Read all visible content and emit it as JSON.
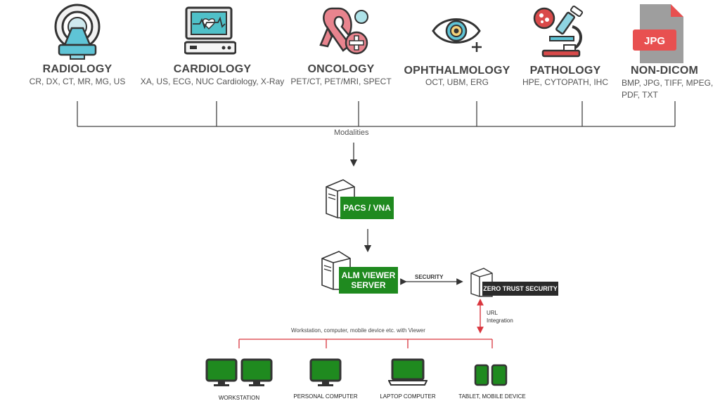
{
  "modalities": [
    {
      "title": "RADIOLOGY",
      "subtitle": "CR, DX, CT, MR, MG, US",
      "icon": "ct-scanner-icon"
    },
    {
      "title": "CARDIOLOGY",
      "subtitle": "XA, US, ECG, NUC Cardiology, X-Ray",
      "icon": "ecg-monitor-icon"
    },
    {
      "title": "ONCOLOGY",
      "subtitle": "PET/CT, PET/MRI, SPECT",
      "icon": "cancer-ribbon-icon"
    },
    {
      "title": "OPHTHALMOLOGY",
      "subtitle": "OCT, UBM, ERG",
      "icon": "eye-icon"
    },
    {
      "title": "PATHOLOGY",
      "subtitle": "HPE, CYTOPATH, IHC",
      "icon": "microscope-icon"
    },
    {
      "title": "NON-DICOM",
      "subtitle_line1": "BMP, JPG, TIFF, MPEG,",
      "subtitle_line2": "PDF, TXT",
      "icon": "jpg-file-icon",
      "badge": "JPG"
    }
  ],
  "modalities_caption": "Modalities",
  "pacs": {
    "label": "PACS / VNA"
  },
  "alm": {
    "line1": "ALM VIEWER",
    "line2": "SERVER"
  },
  "security_label": "SECURITY",
  "zero_trust": {
    "label": "ZERO TRUST SECURITY"
  },
  "url_integration": {
    "line1": "URL",
    "line2": "Integration"
  },
  "clients_caption": "Workstation, computer, mobile device etc. with Viewer",
  "devices": [
    {
      "label": "WORKSTATION"
    },
    {
      "label": "PERSONAL COMPUTER"
    },
    {
      "label": "LAPTOP COMPUTER"
    },
    {
      "label": "TABLET, MOBILE DEVICE"
    }
  ],
  "colors": {
    "green": "#1f8a1f",
    "dark": "#2a2a2a",
    "red": "#d9363e",
    "teal": "#5fc4d6",
    "pink": "#e8848e"
  }
}
